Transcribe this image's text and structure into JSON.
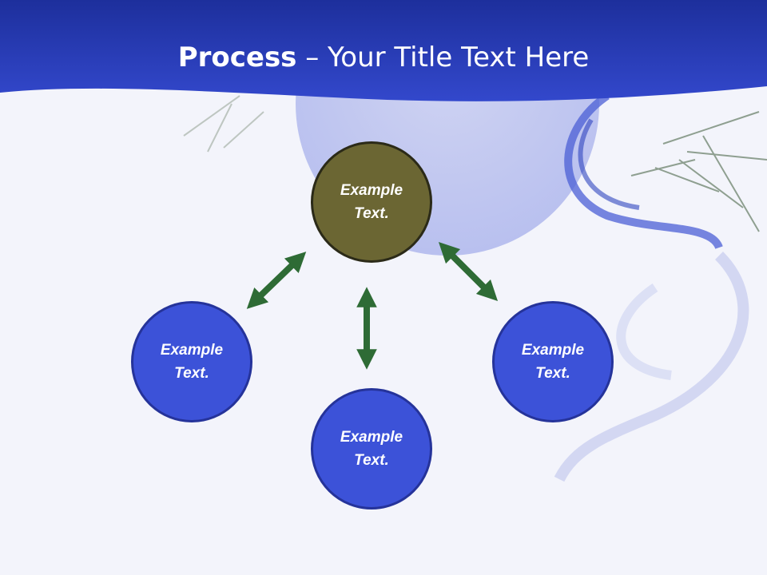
{
  "slide": {
    "title_bold": "Process",
    "title_rest": " – Your Title Text Here"
  },
  "nodes": {
    "center": "Example\nText.",
    "left": "Example\nText.",
    "bottom": "Example\nText.",
    "right": "Example\nText."
  },
  "colors": {
    "header_blue": "#2a3db8",
    "center_fill": "#6b6633",
    "node_fill": "#3c52d8",
    "arrow_green": "#2e6b35"
  }
}
